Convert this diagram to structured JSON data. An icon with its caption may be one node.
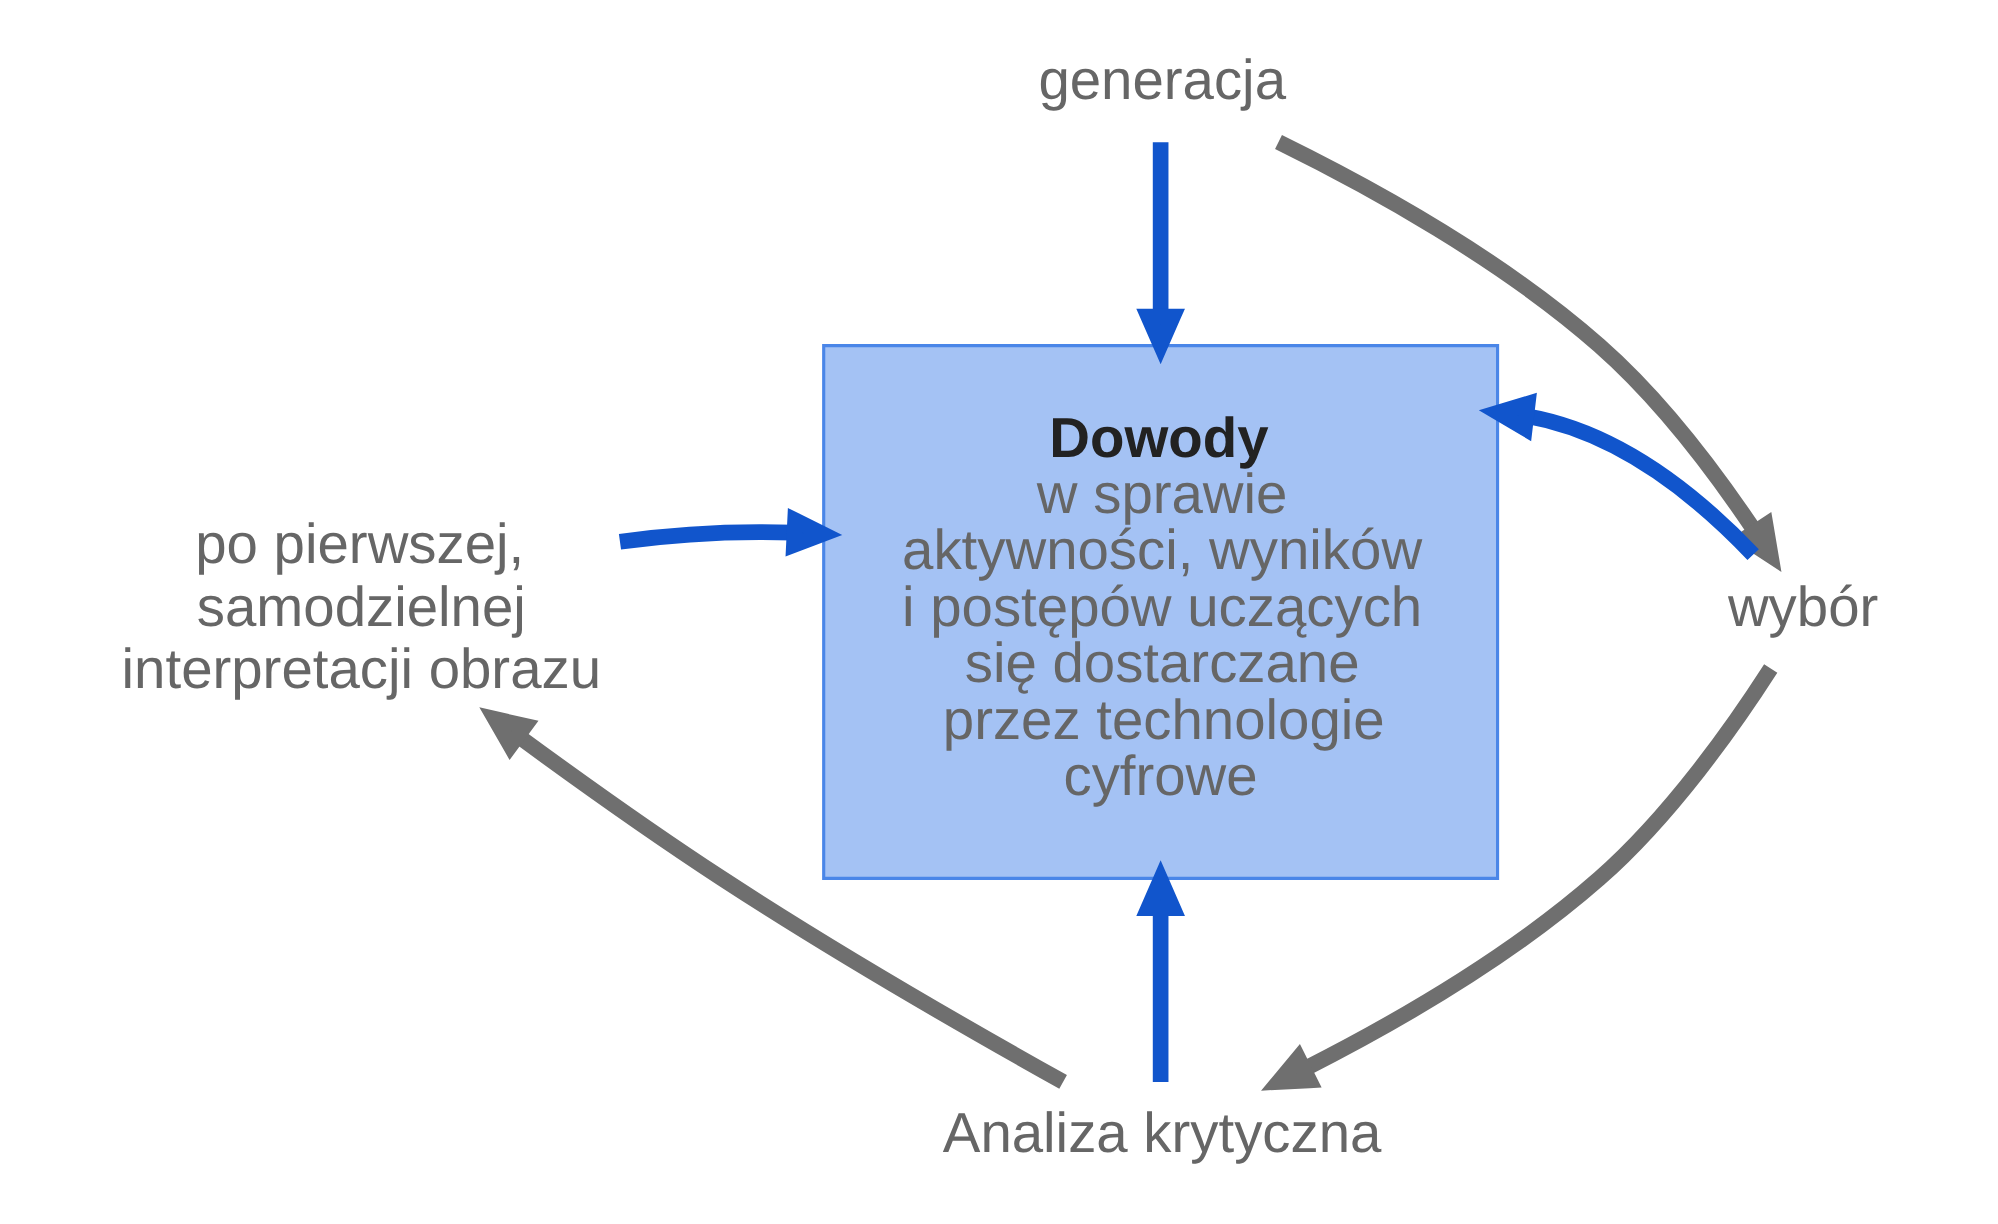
{
  "diagram": {
    "nodes": [
      {
        "text": [
          "Dowody",
          "w sprawie aktywności, wyników i postępów uczących się dostarczane przez technologie cyfrowe"
        ]
      },
      {
        "text": [
          "generacja"
        ]
      },
      {
        "text": [
          "wybór"
        ]
      },
      {
        "text": [
          "Analiza krytyczna"
        ]
      },
      {
        "text": [
          "po pierwszej, samodzielnej interpretacji obrazu"
        ]
      }
    ],
    "edges": [
      {
        "from": 1,
        "to": 0,
        "arrow": "to"
      },
      {
        "from": 2,
        "to": 0,
        "arrow": "to"
      },
      {
        "from": 3,
        "to": 0,
        "arrow": "to"
      },
      {
        "from": 4,
        "to": 0,
        "arrow": "to"
      },
      {
        "from": 1,
        "to": 2,
        "arrow": "to",
        "color": "#6f6f6f"
      },
      {
        "from": 2,
        "to": 3,
        "arrow": "to",
        "color": "#6f6f6f"
      },
      {
        "from": 3,
        "to": 4,
        "arrow": "to",
        "color": "#6f6f6f"
      }
    ]
  }
}
